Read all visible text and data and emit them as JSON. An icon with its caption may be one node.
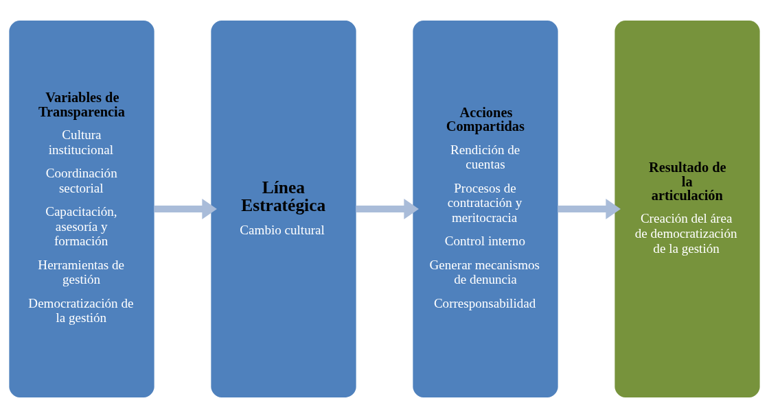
{
  "diagram": {
    "nodes": [
      {
        "text": [
          "Variables de Transparencia",
          "Cultura institucional",
          "Coordinación sectorial",
          "Capacitación, asesoría y formación",
          "Herramientas de gestión",
          "Democratización de la gestión"
        ]
      },
      {
        "text": [
          "Línea Estratégica",
          "Cambio cultural"
        ]
      },
      {
        "text": [
          "Acciones Compartidas",
          "Rendición de cuentas",
          "Procesos de contratación y meritocracia",
          "Control interno",
          "Generar mecanismos de denuncia",
          "Corresponsabilidad"
        ]
      },
      {
        "text": [
          "Resultado de la articulación",
          "Creación del área de democratización de la gestión"
        ]
      }
    ],
    "edges": [
      {
        "from": 0,
        "to": 1,
        "arrow": "to"
      },
      {
        "from": 1,
        "to": 2,
        "arrow": "to"
      },
      {
        "from": 2,
        "to": 3,
        "arrow": "to"
      }
    ]
  }
}
